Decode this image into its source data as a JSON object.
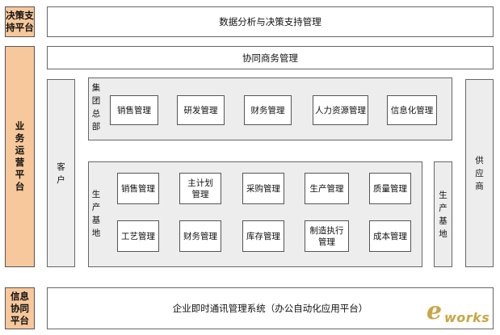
{
  "side_labels": {
    "decision": "决策支\n持平台",
    "operations": "业\n务\n运\n营\n平\n台",
    "info": "信息\n协同\n平台"
  },
  "bars": {
    "decision_support": "数据分析与决策支持管理",
    "collaborative_business": "协同商务管理",
    "im_system": "企业即时通讯管理系统（办公自动化应用平台）"
  },
  "customer": "客\n户",
  "supplier": "供\n应\n商",
  "hq": {
    "label": "集\n团\n总\n部",
    "modules": [
      "销售管理",
      "研发管理",
      "财务管理",
      "人力资源管理",
      "信息化管理"
    ]
  },
  "production_base": {
    "label": "生\n产\n基\n地",
    "row1": [
      "销售管理",
      "主计划\n管理",
      "采购管理",
      "生产管理",
      "质量管理"
    ],
    "row2": [
      "工艺管理",
      "财务管理",
      "库存管理",
      "制造执行\n管理",
      "成本管理"
    ]
  },
  "production_base_right": "生\n产\n基\n地",
  "watermark": {
    "e": "e",
    "works": "works"
  },
  "colors": {
    "side_fill": "#f7c89b",
    "group_fill": "#ededed",
    "border": "#555555"
  }
}
